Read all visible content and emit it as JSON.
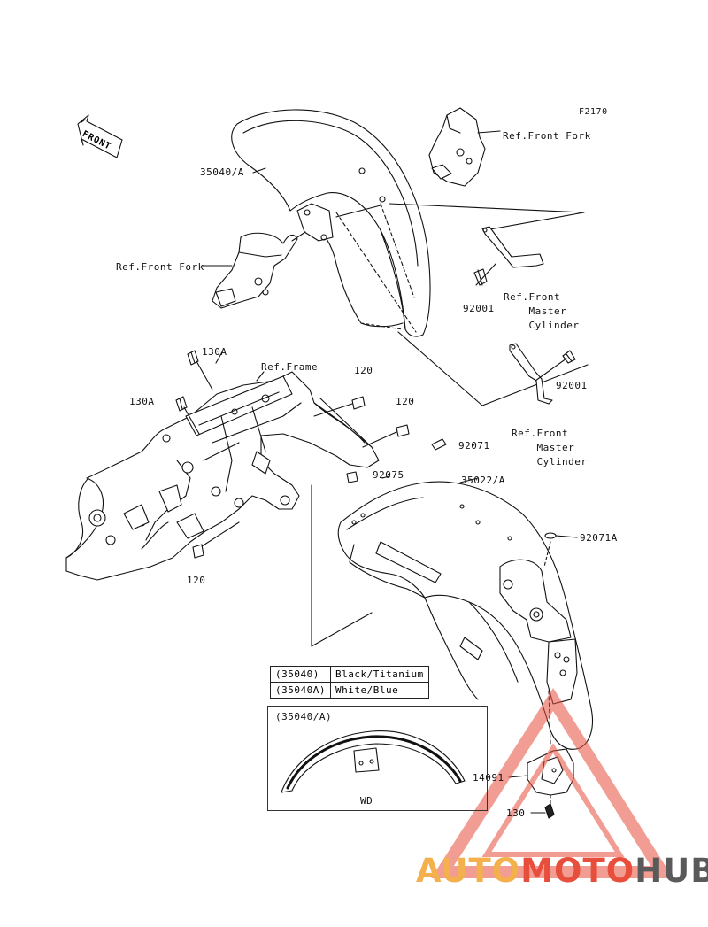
{
  "figure_code": "F2170",
  "front_arrow": "FRONT",
  "labels": {
    "p35040A": "35040/A",
    "ref_front_fork_r": "Ref.Front Fork",
    "ref_front_fork_l": "Ref.Front Fork",
    "p92001_a": "92001",
    "ref_master_a": "Ref.Front\n    Master\n    Cylinder",
    "p130A_a": "130A",
    "ref_frame": "Ref.Frame",
    "p120_a": "120",
    "p130A_b": "130A",
    "p120_b": "120",
    "p92001_b": "92001",
    "ref_master_b": "Ref.Front\n    Master\n    Cylinder",
    "p92071": "92071",
    "p92075": "92075",
    "p35022A": "35022/A",
    "p92071A": "92071A",
    "p120_c": "120",
    "p14091": "14091",
    "p130": "130"
  },
  "color_table": [
    {
      "code": "(35040)",
      "color": "Black/Titanium"
    },
    {
      "code": "(35040A)",
      "color": "White/Blue"
    }
  ],
  "inset": {
    "title": "(35040/A)",
    "caption": "WD"
  },
  "watermark": {
    "part1": "AUTO",
    "part2": "MOTO",
    "part3": "HUB",
    "color1": "#f3b04d",
    "color2": "#e84e3c",
    "color3": "#5a5a5a"
  }
}
